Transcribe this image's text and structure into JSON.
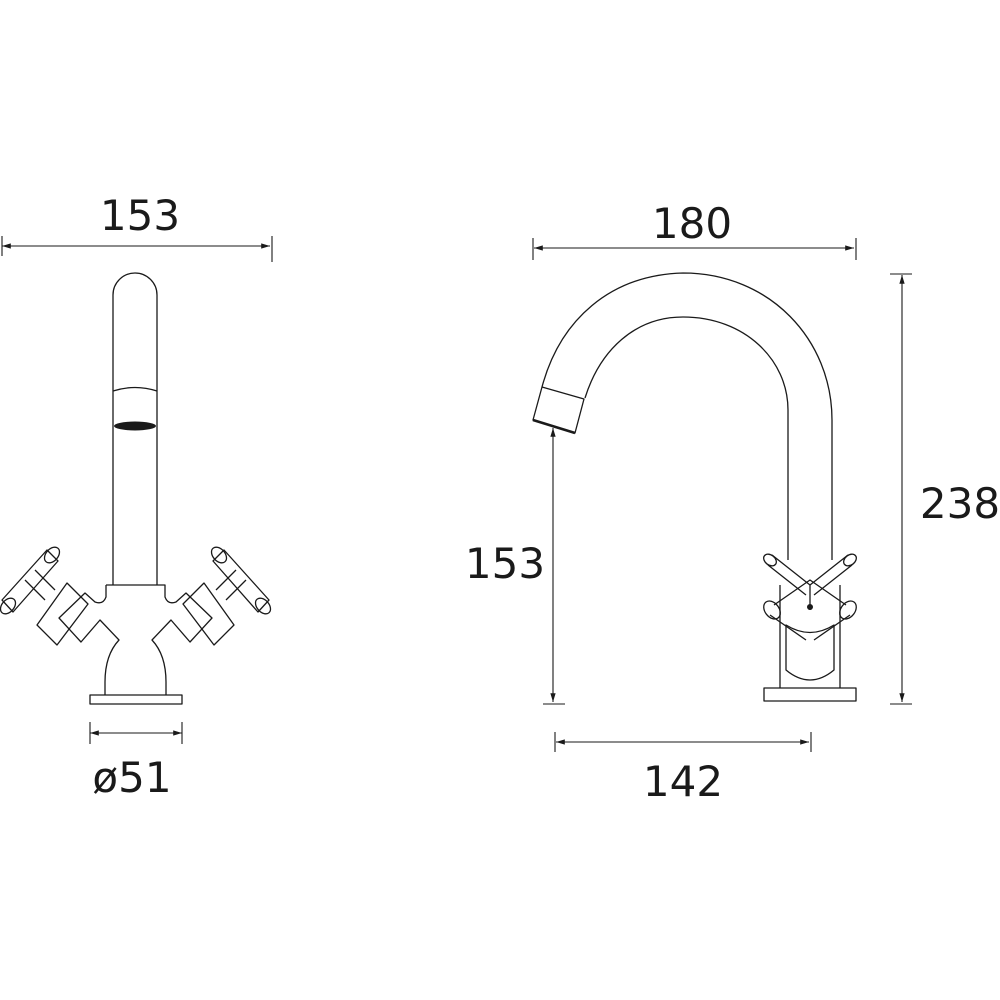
{
  "dimensions": {
    "front_width": "153",
    "base_diameter": "ø51",
    "side_reach": "180",
    "spout_height": "153",
    "overall_height": "238",
    "base_to_spout": "142"
  },
  "colors": {
    "line": "#1a1a1a",
    "background": "#ffffff"
  }
}
